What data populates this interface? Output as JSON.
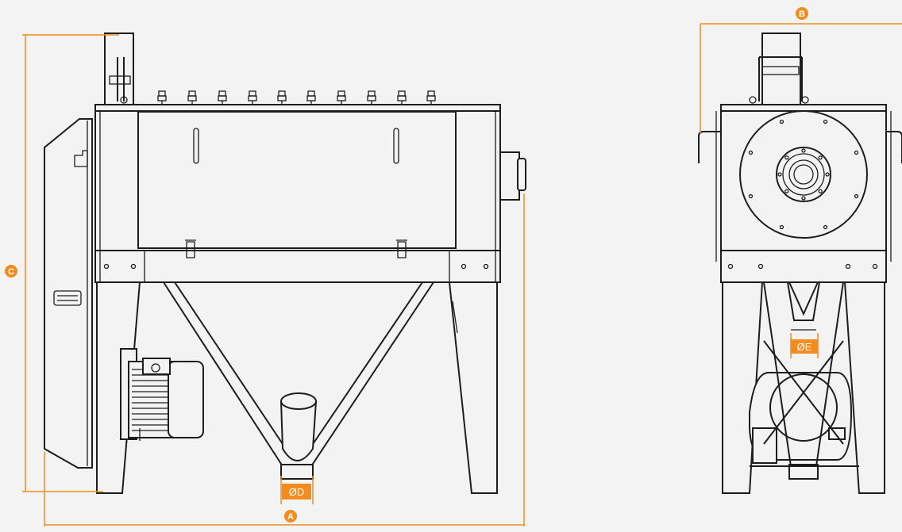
{
  "diagram": {
    "colors": {
      "line": "#1d1d1b",
      "dimension": "#f28c1e",
      "background": "#f3f3f4"
    },
    "dimension_markers": {
      "A": "A",
      "B": "B",
      "C": "C",
      "D": "ØD",
      "E": "ØE"
    }
  }
}
